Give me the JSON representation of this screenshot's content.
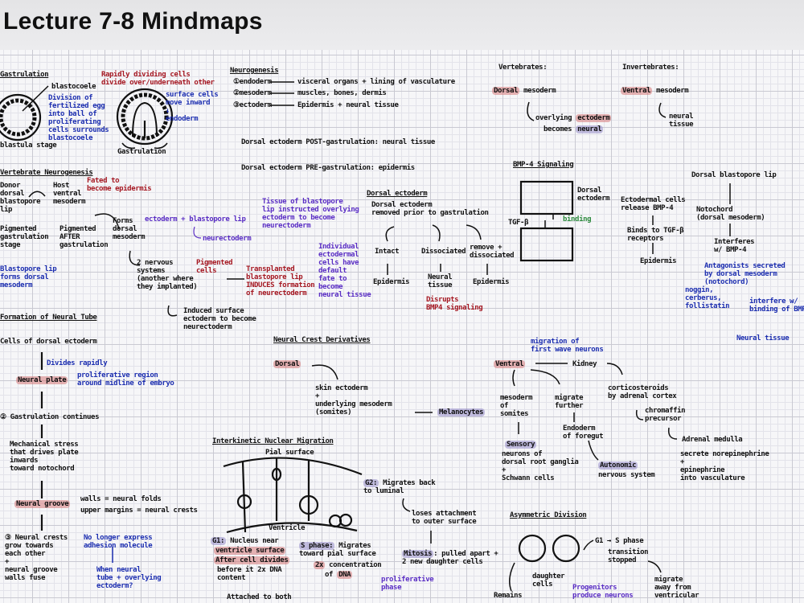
{
  "header": {
    "title": "Lecture 7-8 Mindmaps"
  },
  "gastrulation": {
    "heading": "Gastrulation",
    "blastocoele": "blastocoele",
    "blastula_stage": "blastula stage",
    "blastula_note": "Division of\nfertilized egg\ninto ball of\nproliferating\ncells surrounds\nblastocoele",
    "dividing_note": "Rapidly dividing cells\ndivide over/underneath other",
    "surface_note": "surface cells\nmove inward\n↓\nendoderm",
    "label": "Gastrulation"
  },
  "neurogenesis": {
    "heading": "Neurogenesis",
    "rows": [
      {
        "num": "①",
        "layer": "endoderm",
        "result": "visceral organs + lining of vasculature"
      },
      {
        "num": "②",
        "layer": "mesoderm",
        "result": "muscles, bones, dermis"
      },
      {
        "num": "③",
        "layer": "ectoderm",
        "result": "Epidermis + neural tissue"
      }
    ],
    "post": "Dorsal ectoderm POST-gastrulation: neural tissue",
    "pre": "Dorsal ectoderm PRE-gastrulation: epidermis"
  },
  "vertebrates": {
    "heading": "Vertebrates:",
    "dorsal": "Dorsal",
    "mesoderm": "mesoderm",
    "overlying": "overlying",
    "ectoderm": "ectoderm",
    "becomes": "becomes",
    "neural": "neural"
  },
  "invertebrates": {
    "heading": "Invertebrates:",
    "ventral": "Ventral",
    "mesoderm": "mesoderm",
    "result": "neural\ntissue"
  },
  "vertebrate_neurogenesis": {
    "heading": "Vertebrate Neurogenesis",
    "c1": "Donor\ndorsal\nblastopore\nlip",
    "c2": "Host\nventral\nmesoderm",
    "fated": "Fated to\nbecome epidermis",
    "forms": "Forms\ndorsal\nmesoderm",
    "pig1": "Pigmented\ngastrulation\nstage",
    "pig2": "Pigmented\nAFTER\ngastrulation",
    "blue_note": "Blastopore lip\nforms dorsal\nmesoderm",
    "two_systems": "2 nervous\nsystems\n(another where\nthey implanted)",
    "induced": "Induced surface\nectoderm to become\nneurectoderm",
    "ecto_lip": "ectoderm + blastopore lip",
    "neurecto": "neurectoderm",
    "pig_cells": "Pigmented\ncells",
    "transplanted": "Transplanted\nblastopore lip\nINDUCES formation\nof neurectoderm",
    "tissue_note": "Tissue of blastopore\nlip instructed overlying\nectoderm to become\nneurectoderm",
    "individual_note": "Individual\nectodermal\ncells have\ndefault\nfate to\nbecome\nneural tissue"
  },
  "dorsal_ectoderm": {
    "heading": "Dorsal ectoderm",
    "sub": "Dorsal ectoderm\nremoved prior to gastrulation",
    "branches": [
      {
        "label": "Intact",
        "result": "Epidermis"
      },
      {
        "label": "Dissociated",
        "result": "Neural\ntissue"
      },
      {
        "label": "remove +\ndissociated",
        "result": "Epidermis"
      }
    ],
    "disrupts": "Disrupts\nBMP4 signaling"
  },
  "bmp4": {
    "heading": "BMP-4 Signaling",
    "dorsal_ecto": "Dorsal\nectoderm",
    "tgf": "TGF-β",
    "binding": "binding",
    "release": "Ectodermal cells\nrelease BMP-4",
    "binds": "Binds to TGF-β\nreceptors",
    "epidermis": "Epidermis"
  },
  "blastopore_lip": {
    "top": "Dorsal blastopore lip",
    "notochord": "Notochord\n(dorsal mesoderm)",
    "interferes": "Interferes\nw/ BMP-4",
    "antagonists": "Antagonists secreted\nby dorsal mesoderm\n(notochord)",
    "names": "noggin,\ncerberus,\nfollistatin",
    "interfere_binding": "interfere w/\nbinding of BMP",
    "neural_tissue": "Neural tissue"
  },
  "neural_tube": {
    "heading": "Formation of Neural Tube",
    "cells": "Cells of dorsal ectoderm",
    "divides": "Divides rapidly",
    "plate": "Neural plate",
    "proliferative": "proliferative region\naround midline of embryo",
    "continues": "② Gastrulation continues",
    "mechanical": "Mechanical stress\nthat drives plate\ninwards\ntoward notochord",
    "groove": "Neural groove",
    "walls": "walls = neural folds",
    "upper": "upper margins = neural crests",
    "crests": "③ Neural crests\ngrow towards\neach other\n+\nneural groove\nwalls fuse",
    "no_longer": "No longer express\nadhesion molecule",
    "when": "When neural\ntube + overlying\nectoderm?"
  },
  "neural_crest": {
    "heading": "Neural Crest Derivatives",
    "dorsal": "Dorsal",
    "skin": "skin ectoderm\n+\nunderlying mesoderm\n(somites)",
    "melanocytes": "Melanocytes",
    "ventral": "Ventral",
    "migration": "migration of\nfirst wave neurons",
    "kidney": "Kidney",
    "corticosteroids": "corticosteroids\nby adrenal cortex",
    "chromaffin": "chromaffin\nprecursor",
    "adrenal": "Adrenal medulla",
    "secrete": "secrete norepinephrine\n+\nepinephrine\ninto vasculature",
    "mesoderm_somites": "mesoderm\nof\nsomites",
    "sensory": "Sensory",
    "neurons": "neurons of\ndorsal root ganglia\n+\nSchwann cells",
    "migrate": "migrate\nfurther",
    "endoderm": "Endoderm\nof foregut",
    "autonomic": "Autonomic",
    "nervous": "nervous system"
  },
  "interkinetic": {
    "heading": "Interkinetic Nuclear Migration",
    "pial": "Pial surface",
    "ventricle": "Ventricle",
    "g1_label": "G1:",
    "g1": "Nucleus near",
    "g1_hl1": "ventricle surface",
    "g1_hl2": "After cell divides",
    "g1_rest": "before it 2x DNA\ncontent",
    "attached": "Attached to both",
    "s_label": "S phase:",
    "s": " Migrates\ntoward pial surface",
    "s2_hl": "2x",
    "s2": " concentration",
    "s3": "of ",
    "s3_hl": "DNA",
    "g2_label": "G2:",
    "g2": " Migrates back\nto luminal",
    "loses": "loses attachment\nto outer surface",
    "mitosis_label": "Mitosis",
    "mitosis": ": pulled apart +\n2 new daughter cells",
    "proliferative": "proliferative\nphase"
  },
  "asymmetric": {
    "heading": "Asymmetric Division",
    "g1s": "G1 → S phase",
    "transition": "transition\nstopped",
    "migrate": "migrate\naway from\nventricular",
    "daughter": "daughter\ncells",
    "progenitors": "Progenitors\nproduce neurons",
    "remains": "Remains"
  }
}
